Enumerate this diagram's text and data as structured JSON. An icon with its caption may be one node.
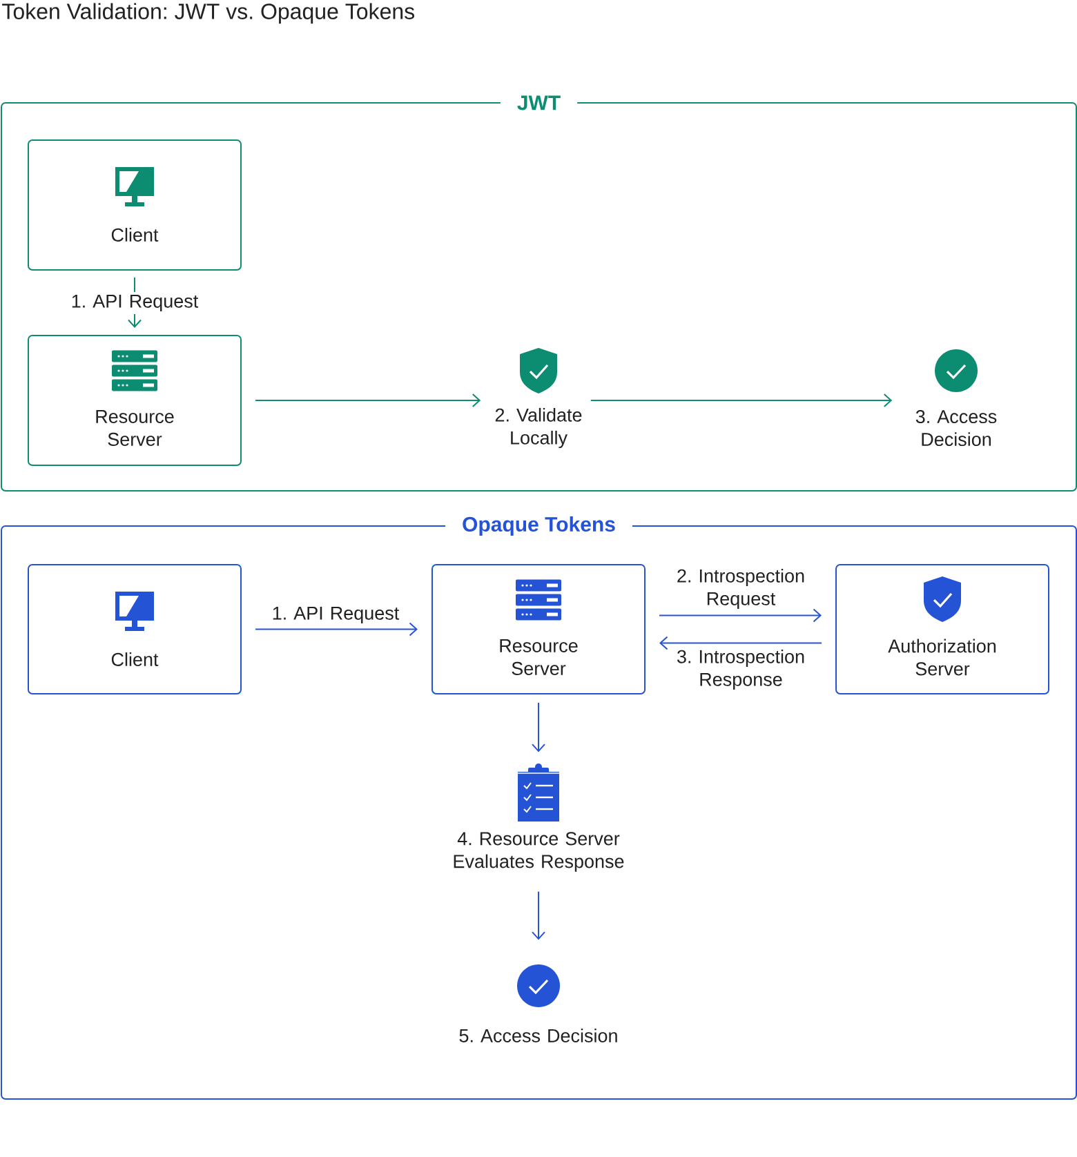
{
  "diagram": {
    "title": "Token Validation: JWT vs. Opaque Tokens",
    "nodes": [
      {
        "text": [
          "JWT"
        ]
      },
      {
        "text": [
          "Client"
        ],
        "in": 0
      },
      {
        "text": [
          "Resource Server"
        ],
        "in": 0
      },
      {
        "text": [
          "2. Validate Locally"
        ],
        "in": 0
      },
      {
        "text": [
          "3. Access Decision"
        ],
        "in": 0
      },
      {
        "text": [
          "Opaque Tokens"
        ]
      },
      {
        "text": [
          "Client"
        ],
        "in": 5
      },
      {
        "text": [
          "Resource Server"
        ],
        "in": 5
      },
      {
        "text": [
          "Authorization Server"
        ],
        "in": 5
      },
      {
        "text": [
          "4. Resource Server Evaluates Response"
        ],
        "in": 5
      },
      {
        "text": [
          "5. Access Decision"
        ],
        "in": 5
      }
    ],
    "edges": [
      {
        "from": 1,
        "to": 2,
        "arrow": "to",
        "label": "1. API Request",
        "color": "#0c8c70"
      },
      {
        "from": 2,
        "to": 3,
        "arrow": "to",
        "color": "#0c8c70"
      },
      {
        "from": 3,
        "to": 4,
        "arrow": "to",
        "color": "#0c8c70"
      },
      {
        "from": 6,
        "to": 7,
        "arrow": "to",
        "label": "1. API Request"
      },
      {
        "from": 7,
        "to": 8,
        "arrow": "to",
        "label": "2. Introspection Request"
      },
      {
        "from": 8,
        "to": 7,
        "arrow": "to",
        "label": "3. Introspection Response"
      },
      {
        "from": 7,
        "to": 9,
        "arrow": "to"
      },
      {
        "from": 9,
        "to": 10,
        "arrow": "to"
      }
    ]
  }
}
